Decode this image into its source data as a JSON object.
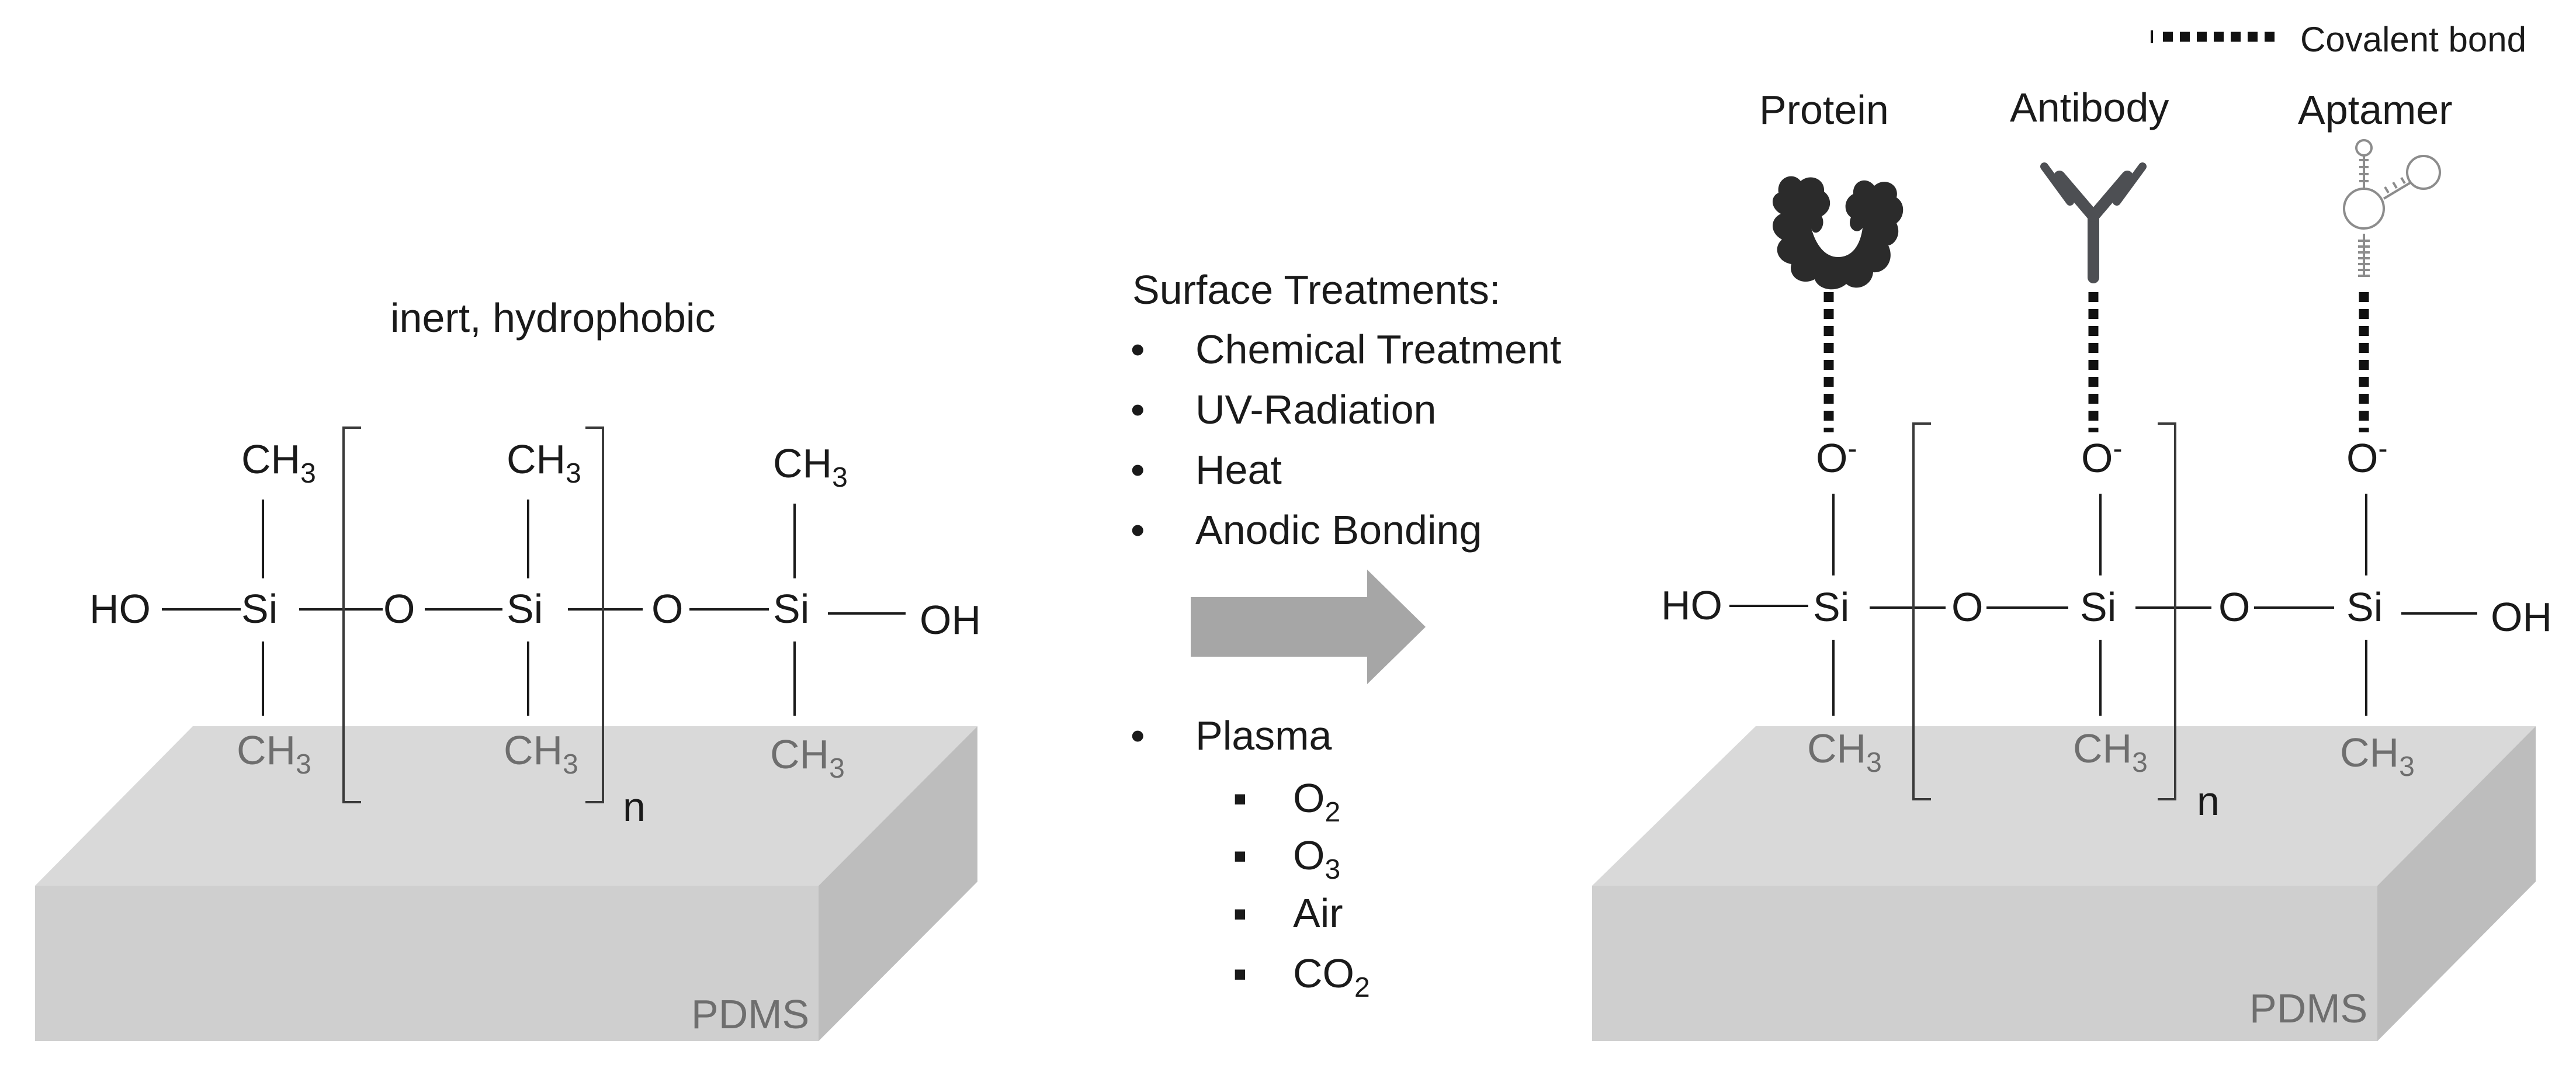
{
  "labels": {
    "left_title": "inert, hydrophobic",
    "substrate": "PDMS",
    "repeat_n": "n",
    "si": "Si",
    "o": "O",
    "ho": "HO",
    "oh": "OH",
    "ch": "CH",
    "three": "3",
    "o_minus_base": "O",
    "o_minus_sup": "-"
  },
  "treatments": {
    "heading": "Surface Treatments:",
    "bullet": "•",
    "square": "▪",
    "items": [
      "Chemical Treatment",
      "UV-Radiation",
      "Heat",
      "Anodic Bonding"
    ],
    "plasma": "Plasma",
    "o2_base": "O",
    "o2_sub": "2",
    "o3_base": "O",
    "o3_sub": "3",
    "air": "Air",
    "co2_base": "CO",
    "co2_sub": "2"
  },
  "legend": {
    "covalent_bond": "Covalent bond"
  },
  "biomolecules": [
    "Protein",
    "Antibody",
    "Aptamer"
  ],
  "colors": {
    "slab_top": "#d9d9d9",
    "slab_front": "#cfcfcf",
    "slab_side": "#bdbdbd",
    "arrow": "#a6a6a6",
    "protein": "#2b2b2b",
    "antibody": "#4d4f53",
    "aptamer": "#999999"
  }
}
